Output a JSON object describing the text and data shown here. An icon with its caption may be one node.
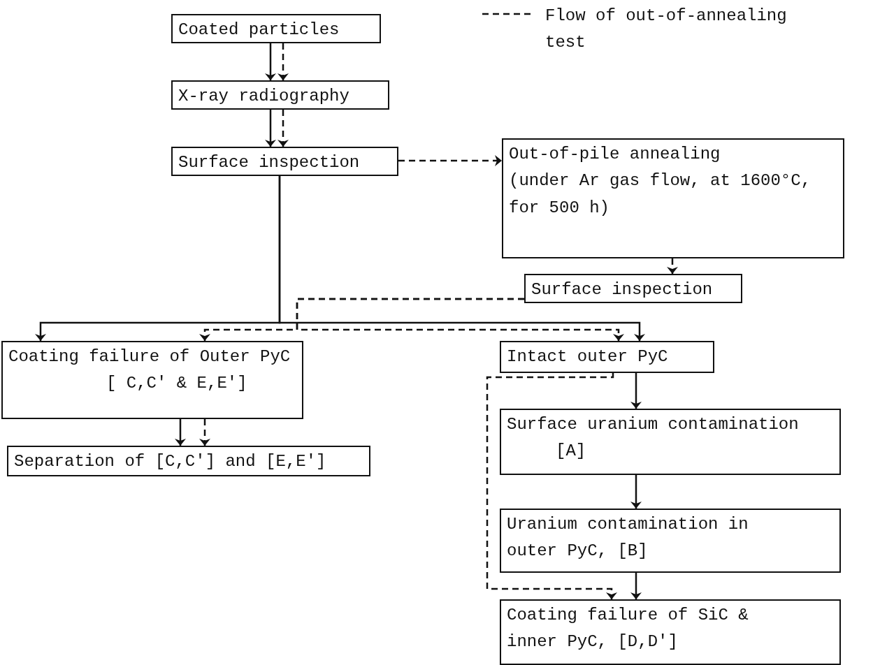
{
  "diagram": {
    "nodes": [
      {
        "text": [
          "Coated particles"
        ]
      },
      {
        "text": [
          "X-ray radiography"
        ]
      },
      {
        "text": [
          "Surface inspection"
        ]
      },
      {
        "text": [
          "Out-of-pile annealing",
          "(under Ar gas flow, at 1600°C, for 500 h)"
        ]
      },
      {
        "text": [
          "Surface inspection"
        ]
      },
      {
        "text": [
          "Coating failure of Outer PyC",
          "[ C,C' & E,E']"
        ]
      },
      {
        "text": [
          "Separation of [C,C'] and [E,E']"
        ]
      },
      {
        "text": [
          "Intact outer PyC"
        ]
      },
      {
        "text": [
          "Surface uranium contamination",
          "[A]"
        ]
      },
      {
        "text": [
          "Uranium contamination in outer PyC, [B]"
        ]
      },
      {
        "text": [
          "Coating failure of SiC & inner PyC, [D,D']"
        ]
      }
    ],
    "edges": [
      {
        "from": 0,
        "to": 1,
        "arrow": "to"
      },
      {
        "from": 0,
        "to": 1,
        "arrow": "to",
        "style": "dashed"
      },
      {
        "from": 1,
        "to": 2,
        "arrow": "to"
      },
      {
        "from": 1,
        "to": 2,
        "arrow": "to",
        "style": "dashed"
      },
      {
        "from": 2,
        "to": 3,
        "arrow": "to",
        "style": "dashed"
      },
      {
        "from": 3,
        "to": 4,
        "arrow": "to",
        "style": "dashed"
      },
      {
        "from": 2,
        "to": 5,
        "arrow": "to"
      },
      {
        "from": 2,
        "to": 7,
        "arrow": "to"
      },
      {
        "from": 4,
        "to": 5,
        "arrow": "to",
        "style": "dashed"
      },
      {
        "from": 4,
        "to": 7,
        "arrow": "to",
        "style": "dashed"
      },
      {
        "from": 5,
        "to": 6,
        "arrow": "to"
      },
      {
        "from": 5,
        "to": 6,
        "arrow": "to",
        "style": "dashed"
      },
      {
        "from": 7,
        "to": 8,
        "arrow": "to"
      },
      {
        "from": 8,
        "to": 9,
        "arrow": "to"
      },
      {
        "from": 9,
        "to": 10,
        "arrow": "to"
      },
      {
        "from": 7,
        "to": 10,
        "arrow": "to",
        "style": "dashed"
      }
    ],
    "legend": [
      {
        "text": "Flow of out-of-annealing test"
      }
    ]
  }
}
